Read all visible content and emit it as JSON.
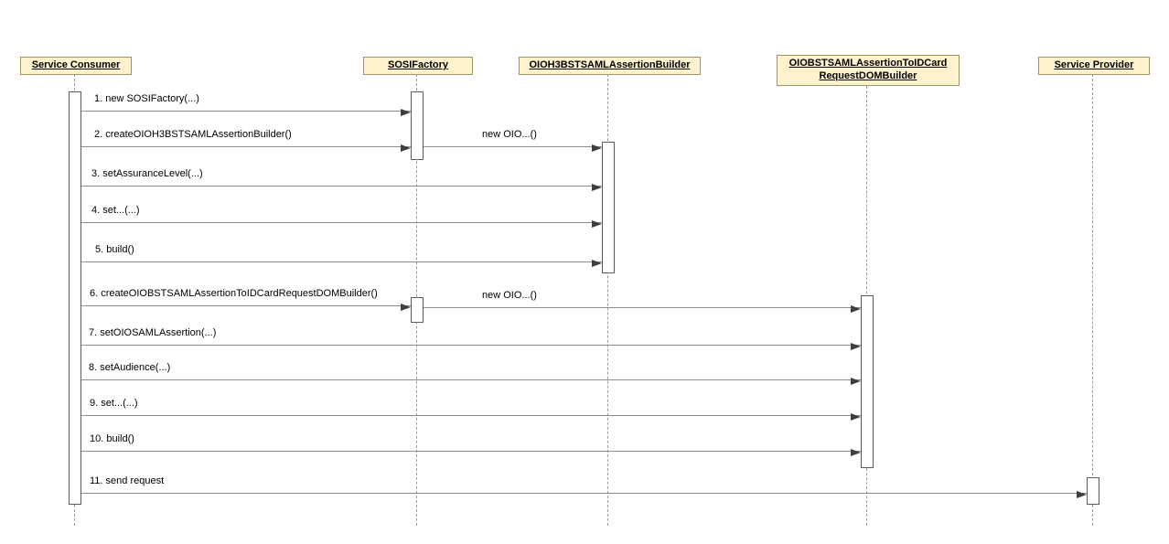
{
  "diagram": {
    "type": "uml-sequence",
    "colors": {
      "actor_fill": "#fff2cc",
      "actor_border": "#9b9464",
      "arrow_line": "#8c8c8c",
      "arrow_head": "#3f3f3f",
      "lifeline": "#9a9a9a",
      "background": "#ffffff"
    },
    "actors": [
      {
        "label": "Service Consumer"
      },
      {
        "label": "SOSIFactory"
      },
      {
        "label": "OIOH3BSTSAMLAssertionBuilder"
      },
      {
        "label": "OIOBSTSAMLAssertionToIDCard\nRequestDOMBuilder"
      },
      {
        "label": "Service Provider"
      }
    ],
    "messages": [
      {
        "label": "1. new SOSIFactory(...)",
        "from": "Service Consumer",
        "to": "SOSIFactory"
      },
      {
        "label": "2. createOIOH3BSTSAMLAssertionBuilder()",
        "from": "Service Consumer",
        "to": "SOSIFactory"
      },
      {
        "label": "new OIO...()",
        "from": "SOSIFactory",
        "to": "OIOH3BSTSAMLAssertionBuilder"
      },
      {
        "label": "3. setAssuranceLevel(...)",
        "from": "Service Consumer",
        "to": "OIOH3BSTSAMLAssertionBuilder"
      },
      {
        "label": "4. set...(...)",
        "from": "Service Consumer",
        "to": "OIOH3BSTSAMLAssertionBuilder"
      },
      {
        "label": "5. build()",
        "from": "Service Consumer",
        "to": "OIOH3BSTSAMLAssertionBuilder"
      },
      {
        "label": "6. createOIOBSTSAMLAssertionToIDCardRequestDOMBuilder()",
        "from": "Service Consumer",
        "to": "SOSIFactory"
      },
      {
        "label": "new OIO...()",
        "from": "SOSIFactory",
        "to": "OIOBSTSAMLAssertionToIDCardRequestDOMBuilder"
      },
      {
        "label": "7. setOIOSAMLAssertion(...)",
        "from": "Service Consumer",
        "to": "OIOBSTSAMLAssertionToIDCardRequestDOMBuilder"
      },
      {
        "label": "8. setAudience(...)",
        "from": "Service Consumer",
        "to": "OIOBSTSAMLAssertionToIDCardRequestDOMBuilder"
      },
      {
        "label": "9. set...(...)",
        "from": "Service Consumer",
        "to": "OIOBSTSAMLAssertionToIDCardRequestDOMBuilder"
      },
      {
        "label": "10. build()",
        "from": "Service Consumer",
        "to": "OIOBSTSAMLAssertionToIDCardRequestDOMBuilder"
      },
      {
        "label": "11. send request",
        "from": "Service Consumer",
        "to": "Service Provider"
      }
    ]
  }
}
